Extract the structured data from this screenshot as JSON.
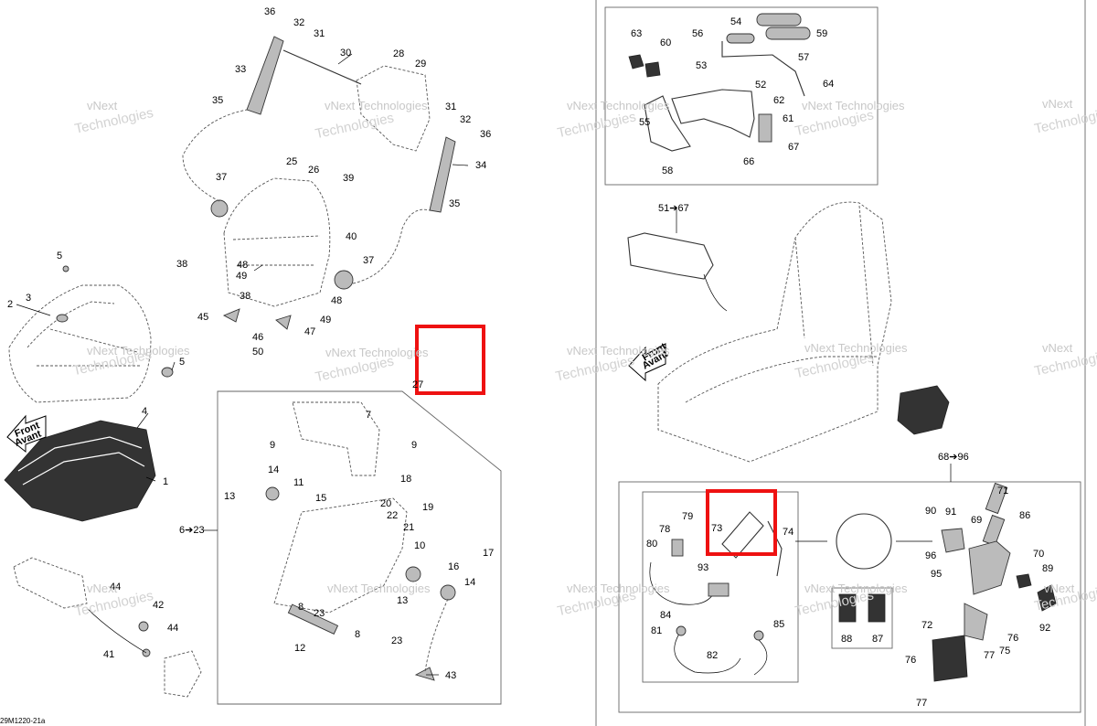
{
  "diagram": {
    "drawing_code": "29M1220-21a",
    "watermark_line1": "vNext",
    "watermark_line2": "Technologies",
    "watermark_full": "vNext Technologies",
    "front_label_1": "Front",
    "front_label_2": "Avant",
    "callouts": [
      "1",
      "2",
      "3",
      "4",
      "5",
      "5",
      "6➔23",
      "7",
      "8",
      "8",
      "9",
      "9",
      "10",
      "11",
      "12",
      "13",
      "13",
      "14",
      "14",
      "15",
      "16",
      "17",
      "18",
      "19",
      "20",
      "21",
      "22",
      "23",
      "23",
      "25",
      "26",
      "27",
      "28",
      "29",
      "30",
      "31",
      "31",
      "32",
      "32",
      "33",
      "34",
      "35",
      "35",
      "36",
      "36",
      "37",
      "37",
      "38",
      "38",
      "39",
      "40",
      "41",
      "42",
      "43",
      "44",
      "44",
      "45",
      "46",
      "47",
      "48",
      "48",
      "49",
      "49",
      "50",
      "51➔67",
      "52",
      "53",
      "54",
      "55",
      "56",
      "57",
      "58",
      "59",
      "60",
      "61",
      "62",
      "63",
      "64",
      "66",
      "67",
      "68➔96",
      "69",
      "70",
      "71",
      "72",
      "73",
      "74",
      "75",
      "76",
      "76",
      "77",
      "77",
      "78",
      "79",
      "80",
      "81",
      "82",
      "84",
      "85",
      "86",
      "87",
      "88",
      "89",
      "90",
      "91",
      "92",
      "93",
      "95",
      "96"
    ],
    "highlight_color": "#e11a1a"
  }
}
